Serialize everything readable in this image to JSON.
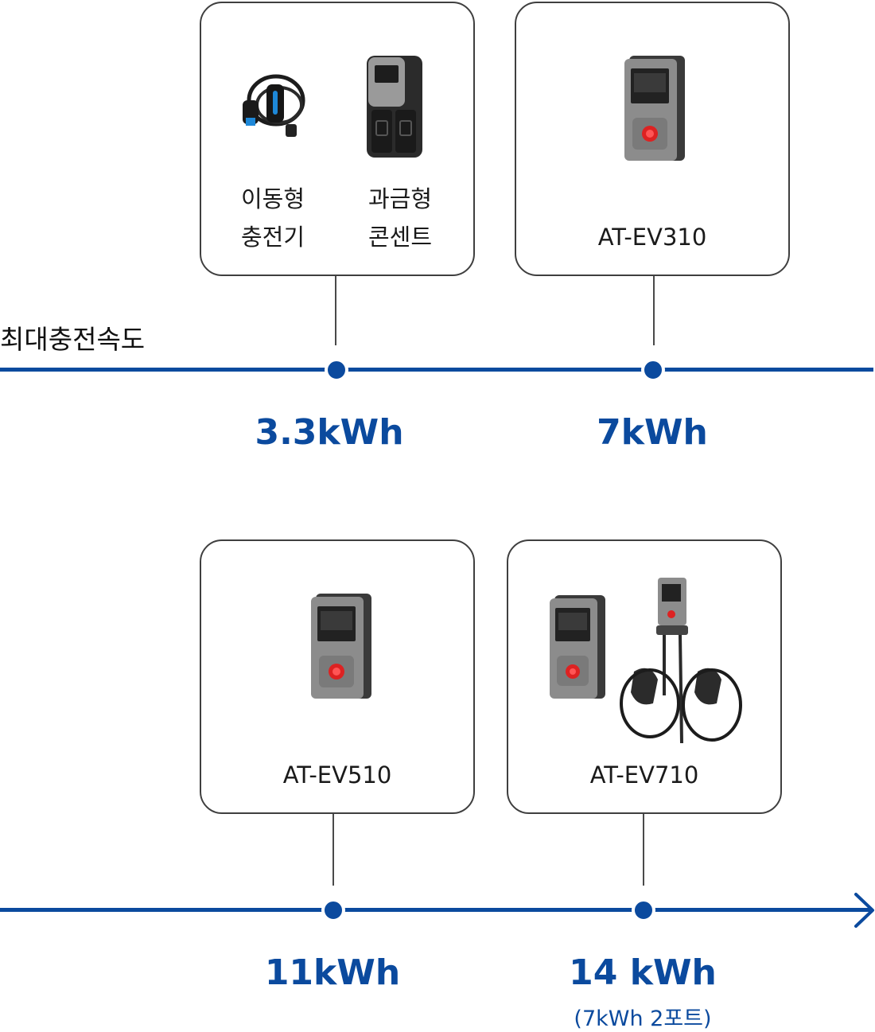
{
  "axis_title": "최대충전속도",
  "row1": {
    "card1": {
      "products": [
        {
          "label": "이동형\n충전기",
          "icon": "portable-charger-icon"
        },
        {
          "label": "과금형\n콘센트",
          "icon": "billing-outlet-icon"
        }
      ]
    },
    "card2": {
      "label": "AT-EV310",
      "icon": "wall-charger-icon"
    },
    "speeds": [
      "3.3kWh",
      "7kWh"
    ]
  },
  "row2": {
    "card1": {
      "label": "AT-EV510",
      "icon": "wall-charger-icon"
    },
    "card2": {
      "label": "AT-EV710",
      "icon": "dual-port-charger-icon"
    },
    "speeds": [
      "11kWh",
      "14 kWh"
    ],
    "speed2_note": "(7kWh 2포트)"
  },
  "colors": {
    "accent": "#0b4a9e",
    "border": "#3f3f3f"
  }
}
